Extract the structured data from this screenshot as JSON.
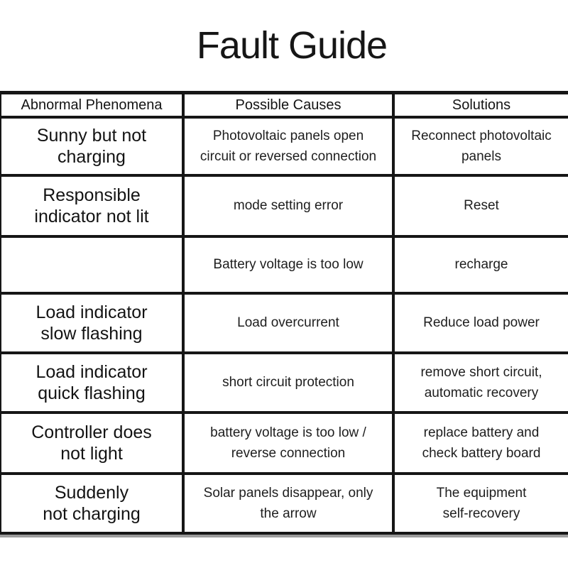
{
  "page": {
    "title": "Fault Guide"
  },
  "colors": {
    "background": "#ffffff",
    "text": "#1b1b1b",
    "grid_border": "#161616",
    "bottom_border_blur": "#9b9b9b"
  },
  "table": {
    "headers": {
      "phenomena": "Abnormal Phenomena",
      "cause": "Possible Causes",
      "solution": "Solutions"
    },
    "rows": [
      {
        "phenomena": "Sunny but not\ncharging",
        "cause": "Photovoltaic panels open\ncircuit or reversed connection",
        "solution": "Reconnect photovoltaic\npanels"
      },
      {
        "phenomena": "Responsible\nindicator not lit",
        "cause": "mode setting error",
        "solution": "Reset"
      },
      {
        "phenomena": "",
        "cause": "Battery voltage is too low",
        "solution": "recharge"
      },
      {
        "phenomena": "Load indicator\nslow flashing",
        "cause": "Load overcurrent",
        "solution": "Reduce load power"
      },
      {
        "phenomena": "Load indicator\nquick flashing",
        "cause": "short circuit protection",
        "solution": "remove short circuit,\nautomatic recovery"
      },
      {
        "phenomena": "Controller does\nnot light",
        "cause": "battery voltage is too low /\nreverse connection",
        "solution": "replace battery and\ncheck battery board"
      },
      {
        "phenomena": "Suddenly\nnot charging",
        "cause": "Solar panels disappear, only\nthe arrow",
        "solution": "The equipment\nself-recovery"
      }
    ]
  }
}
